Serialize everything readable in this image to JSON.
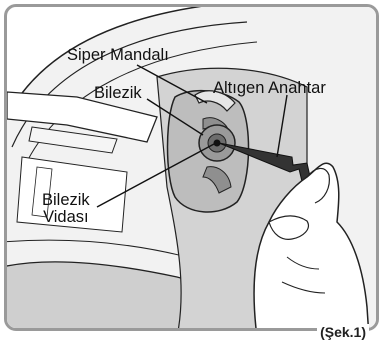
{
  "figure": {
    "caption": "(Şek.1)",
    "labels": {
      "visor_latch": "Siper Mandalı",
      "collar": "Bilezik",
      "hex_key": "Altıgen Anahtar",
      "collar_screw_line1": "Bilezik",
      "collar_screw_line2": "Vidası"
    }
  },
  "colors": {
    "frame": "#9a9a9a",
    "shell_fill": "#d3d3d3",
    "mount_fill": "#bdbdbd",
    "line": "#222222"
  }
}
